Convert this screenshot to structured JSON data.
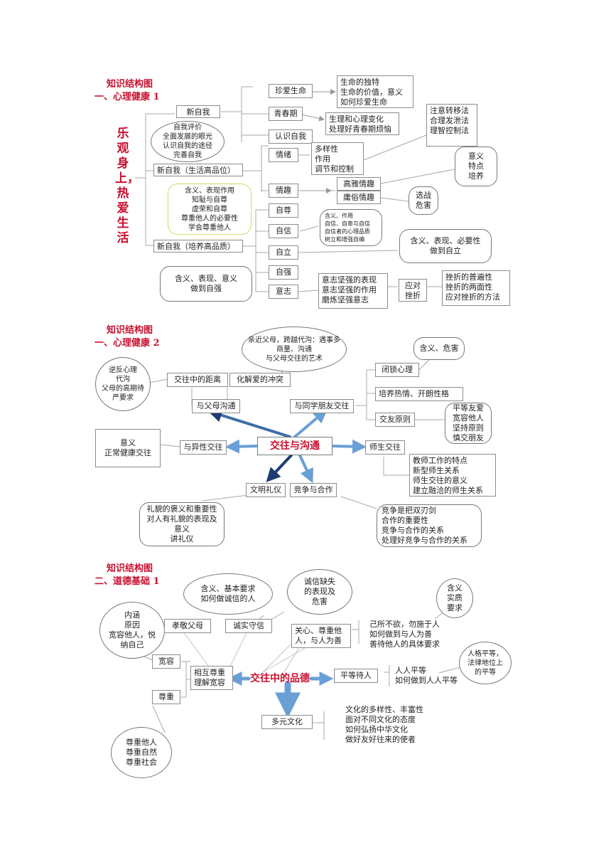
{
  "theme": {
    "title_color": "#c8102e",
    "arrow_color": "#6a9fd6",
    "dark_arrow_color": "#1f3b73",
    "line_color": "#9a9a9a"
  },
  "s1": {
    "heading1": "知识结构图",
    "heading2": "一、心理健康 1",
    "slogan": "乐观身上，热爱生活",
    "xinziwo": "新自我",
    "ziwo_oval": "自我评价\n全面发展的眼光\n认识自我的途径\n完善自我",
    "gaopinwei": "新自我（生活高品位）",
    "zizun_oval": "含义、表现作用\n知耻与自尊\n虚荣和自尊\n尊重他人的必要性\n学会尊重他人",
    "gaopinzhi": "新自我（培养高品质）",
    "zhiai": "珍爱生命",
    "zhiai_detail": "生命的独特\n生命的价值，意义\n如何珍爱生命",
    "qingchun": "青春期",
    "qingchun_detail": "生理和心理变化\n处理好青春期烦恼",
    "renshi": "认识自我",
    "tiaojie": "注意转移法\n合理发泄法\n理智控制法",
    "qingxu": "情绪",
    "qingxu_detail": "多样性\n作用\n调节和控制",
    "yiyi": "意义\n特点\n培养",
    "qingqu": "情趣",
    "gaoya": "高雅情趣",
    "yongsu": "庸俗情趣",
    "tiaozhan": "选战\n危害",
    "zizun": "自尊",
    "zixin": "自信",
    "zixin_detail": "含义、作用\n自信、自卑与自信\n自信者的心理品质\n树立和增强自编",
    "zili": "自立",
    "zili_detail": "含义、表现、必要性\n做到自立",
    "ziqiang": "自强",
    "ziqiang_detail": "含义、表现、意义\n做到自强",
    "yizhi": "意志",
    "yizhi_detail": "意志坚强的表现\n意志坚强的作用\n磨炼坚强意志",
    "yingdui": "应对\n挫折",
    "cuozhe_detail": "挫折的普遍性\n挫折的两面性\n应对挫折的方法"
  },
  "s2": {
    "heading1": "知识结构图",
    "heading2": "一、心理健康 2",
    "hub": "交往与沟通",
    "daigou_oval": "亲近父母，跨越代沟：遇事多商量、沟通\n与父母交往的艺术",
    "nifan_oval": "逆反心理\n代沟\n父母的高期待严要求",
    "juli": "交往中的距离",
    "chongtu": "化解爱的冲突",
    "fumu": "与父母沟通",
    "tongxue": "与同学朋友交往",
    "hanyi_weihai": "含义、危害",
    "bisuo": "闭锁心理",
    "peiyang": "培养热情、开朗性格",
    "jiaoyou": "交友原则",
    "jiaoyou_detail": "平等友爱\n宽容他人\n坚持原则\n慎交朋友",
    "yixing_bubble": "意义\n正常健康交往",
    "yixing": "与异性交往",
    "shisheng": "师生交往",
    "shisheng_detail": "教师工作的特点\n新型师生关系\n师生交往的意义\n建立融洽的师生关系",
    "wenming": "文明礼仪",
    "jingzheng": "竞争与合作",
    "liyi_detail": "礼貌的褒义和重要性\n对人有礼貌的表现及意义\n讲礼仪",
    "jingzheng_detail": "竞争是把双刃剑\n合作的重要性\n竞争与合作的关系\n处理好竞争与合作的关系"
  },
  "s3": {
    "heading1": "知识结构图",
    "heading2": "二、道德基础 1",
    "hub": "交往中的品德",
    "chengxin_oval": "含义、基本要求\n如何做诚信的人",
    "queshi_oval": "诚信缺失\n的表现及\n危害",
    "shizhi_oval": "含义\n实质\n要求",
    "neihan_oval": "内涵\n原因\n宽容他人，悦纳自己",
    "xiaojing": "孝敬父母",
    "chengxin": "诚实守信",
    "guanxin": "关心、尊重他\n人，与人为善",
    "shanyi_detail": "己所不欲，勿施于人\n如何做到与人为善\n善待他人的具体要求",
    "kuanrong": "宽容",
    "xianghu": "相互尊重\n理解宽容",
    "pingdeng": "平等待人",
    "pingdeng_detail": "人人平等\n如何做到人人平等",
    "falv_oval": "人格平等，法律地位上的平等",
    "zunzhong": "尊重",
    "zunzhong_oval": "尊重他人\n尊重自然\n尊重社会",
    "duoyuan": "多元文化",
    "wenhua_detail": "文化的多样性、丰富性\n面对不同文化的态度\n如何弘扬中华文化\n做好友好往来的使者"
  }
}
